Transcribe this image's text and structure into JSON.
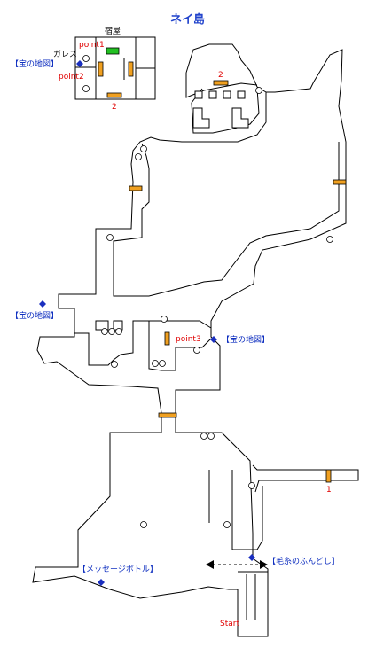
{
  "map": {
    "title": "ネイ島",
    "inn_label": "宿屋",
    "garesu_label": "ガレス",
    "point1_label": "point1",
    "point2_label": "point2",
    "point3_label": "point3",
    "door1_label": "1",
    "door2_top_label": "2",
    "door2_inn_label": "2",
    "treasure_map_label": "【宝の地図】",
    "message_bottle_label": "【メッセージボトル】",
    "keito_label": "【毛糸のふんどし】",
    "start_label": "Start"
  },
  "colors": {
    "title": "#2244cc",
    "blue_text": "#1030c0",
    "red_text": "#e00000",
    "wall": "#000000",
    "door": "#f0a020",
    "marker": "#1a2fbf",
    "green_item": "#22c022"
  }
}
